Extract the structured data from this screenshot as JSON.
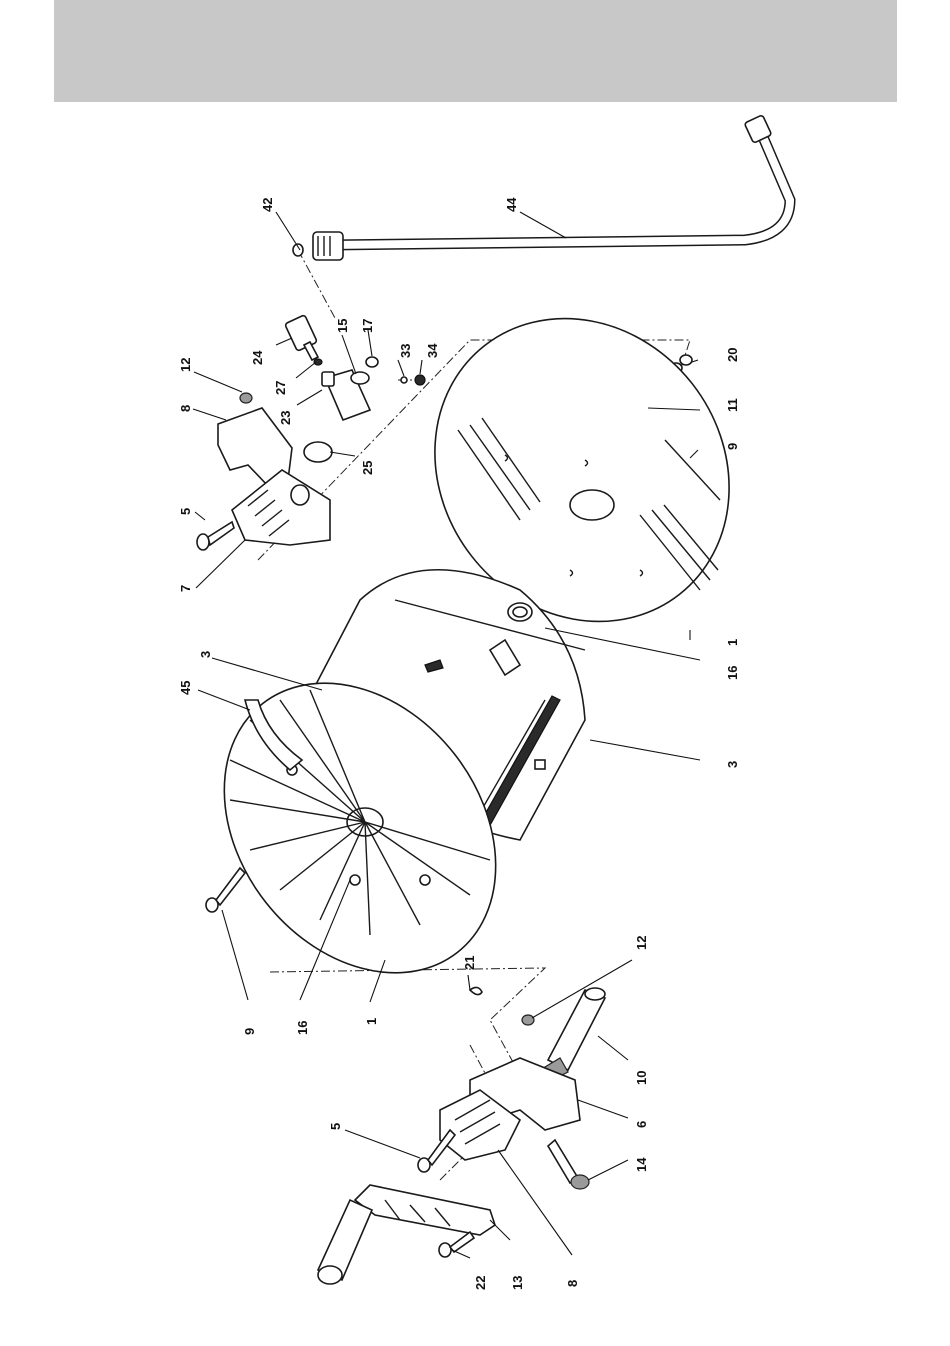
{
  "figure": {
    "labels": [
      "42",
      "44",
      "24",
      "27",
      "15",
      "17",
      "33",
      "34",
      "12",
      "8",
      "23",
      "25",
      "5",
      "7",
      "20",
      "11",
      "9",
      "3",
      "45",
      "1",
      "16",
      "21",
      "10",
      "6",
      "14",
      "13",
      "22"
    ]
  },
  "colors": {
    "header_band": "#c8c8c8",
    "line_art": "#1a1a1a",
    "background": "#ffffff"
  }
}
